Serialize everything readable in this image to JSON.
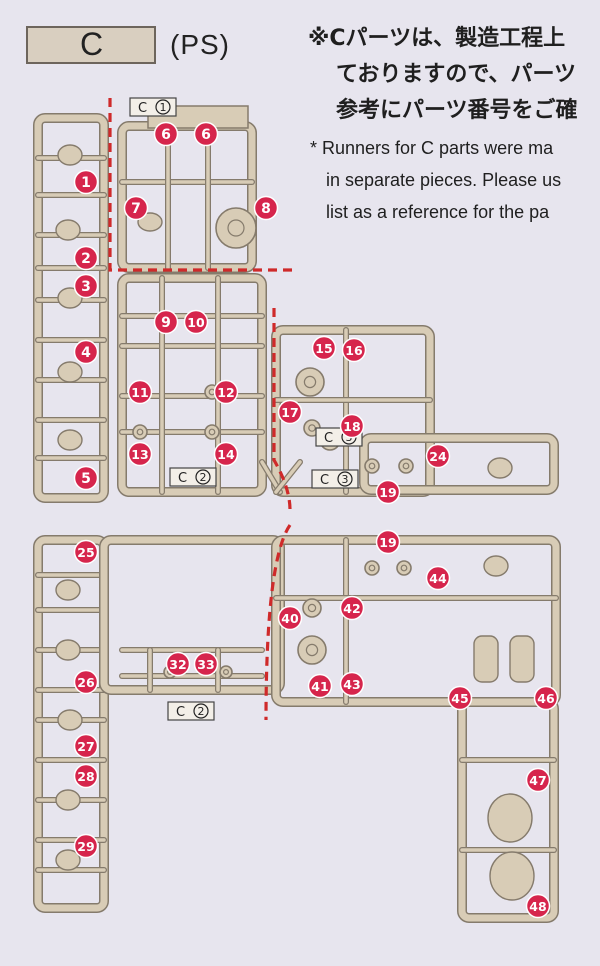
{
  "header": {
    "runner_letter": "C",
    "material": "(PS)",
    "note_jp_lines": [
      "※Cパーツは、製造工程上",
      "ておりますので、パーツ",
      "参考にパーツ番号をご確"
    ],
    "note_en_lines": [
      "* Runners for C parts were ma",
      "in separate pieces. Please us",
      "list as a reference for the pa"
    ]
  },
  "runner_tags": [
    {
      "letter": "C",
      "number": "1"
    },
    {
      "letter": "C",
      "number": "2"
    },
    {
      "letter": "C",
      "number": "3"
    },
    {
      "letter": "C",
      "number": "3"
    },
    {
      "letter": "C",
      "number": "2"
    }
  ],
  "part_numbers": [
    "1",
    "2",
    "3",
    "4",
    "5",
    "6",
    "6",
    "7",
    "8",
    "9",
    "10",
    "11",
    "12",
    "13",
    "14",
    "15",
    "16",
    "17",
    "18",
    "19",
    "24",
    "25",
    "19",
    "26",
    "27",
    "28",
    "29",
    "32",
    "33",
    "40",
    "41",
    "42",
    "43",
    "44",
    "45",
    "46",
    "47",
    "48"
  ],
  "colors": {
    "background": "#e7e5ee",
    "sprue_fill": "#d8ccb6",
    "sprue_edge": "#857b6c",
    "part_marker": "#d6254c",
    "cut_line": "#cf2a2a",
    "label_box": "#d9cfc0"
  }
}
